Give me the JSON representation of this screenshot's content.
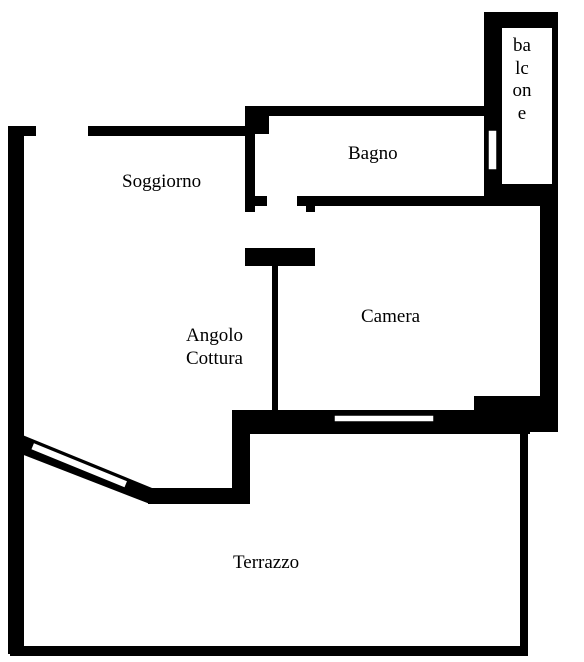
{
  "rooms": {
    "soggiorno": "Soggiorno",
    "bagno": "Bagno",
    "balcone": "balcone",
    "camera": "Camera",
    "angolo_line1": "Angolo",
    "angolo_line2": "Cottura",
    "terrazzo": "Terrazzo"
  },
  "colors": {
    "wall": "#000000",
    "background": "#ffffff"
  }
}
